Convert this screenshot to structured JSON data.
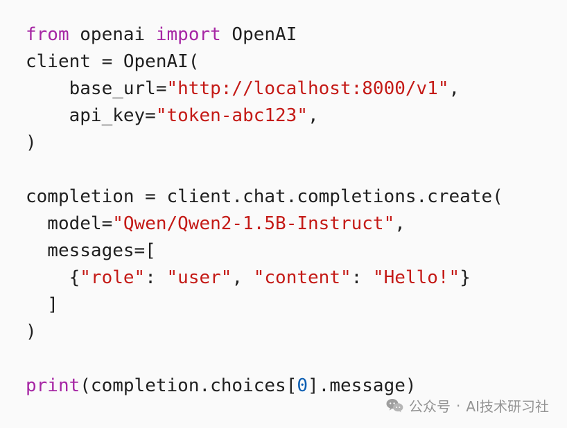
{
  "code": {
    "lines": [
      [
        {
          "t": "from",
          "c": "kw"
        },
        {
          "t": " openai ",
          "c": "plain"
        },
        {
          "t": "import",
          "c": "kw"
        },
        {
          "t": " OpenAI",
          "c": "plain"
        }
      ],
      [
        {
          "t": "client = OpenAI(",
          "c": "plain"
        }
      ],
      [
        {
          "t": "    base_url=",
          "c": "plain"
        },
        {
          "t": "\"http://localhost:8000/v1\"",
          "c": "str"
        },
        {
          "t": ",",
          "c": "plain"
        }
      ],
      [
        {
          "t": "    api_key=",
          "c": "plain"
        },
        {
          "t": "\"token-abc123\"",
          "c": "str"
        },
        {
          "t": ",",
          "c": "plain"
        }
      ],
      [
        {
          "t": ")",
          "c": "plain"
        }
      ],
      [],
      [
        {
          "t": "completion = client.chat.completions.create(",
          "c": "plain"
        }
      ],
      [
        {
          "t": "  model=",
          "c": "plain"
        },
        {
          "t": "\"Qwen/Qwen2-1.5B-Instruct\"",
          "c": "str"
        },
        {
          "t": ",",
          "c": "plain"
        }
      ],
      [
        {
          "t": "  messages=[",
          "c": "plain"
        }
      ],
      [
        {
          "t": "    {",
          "c": "plain"
        },
        {
          "t": "\"role\"",
          "c": "str"
        },
        {
          "t": ": ",
          "c": "plain"
        },
        {
          "t": "\"user\"",
          "c": "str"
        },
        {
          "t": ", ",
          "c": "plain"
        },
        {
          "t": "\"content\"",
          "c": "str"
        },
        {
          "t": ": ",
          "c": "plain"
        },
        {
          "t": "\"Hello!\"",
          "c": "str"
        },
        {
          "t": "}",
          "c": "plain"
        }
      ],
      [
        {
          "t": "  ]",
          "c": "plain"
        }
      ],
      [
        {
          "t": ")",
          "c": "plain"
        }
      ],
      [],
      [
        {
          "t": "print",
          "c": "kw"
        },
        {
          "t": "(completion.choices[",
          "c": "plain"
        },
        {
          "t": "0",
          "c": "num"
        },
        {
          "t": "].message)",
          "c": "plain"
        }
      ]
    ]
  },
  "watermark": {
    "icon": "wechat-icon",
    "account": "公众号",
    "separator": "·",
    "name": "AI技术研习社"
  },
  "colors": {
    "background": "#fafafa",
    "text": "#1f1f1f",
    "keyword": "#a626a4",
    "string": "#c41a16",
    "number": "#0d5fb3",
    "watermark": "#8f8f8f"
  }
}
